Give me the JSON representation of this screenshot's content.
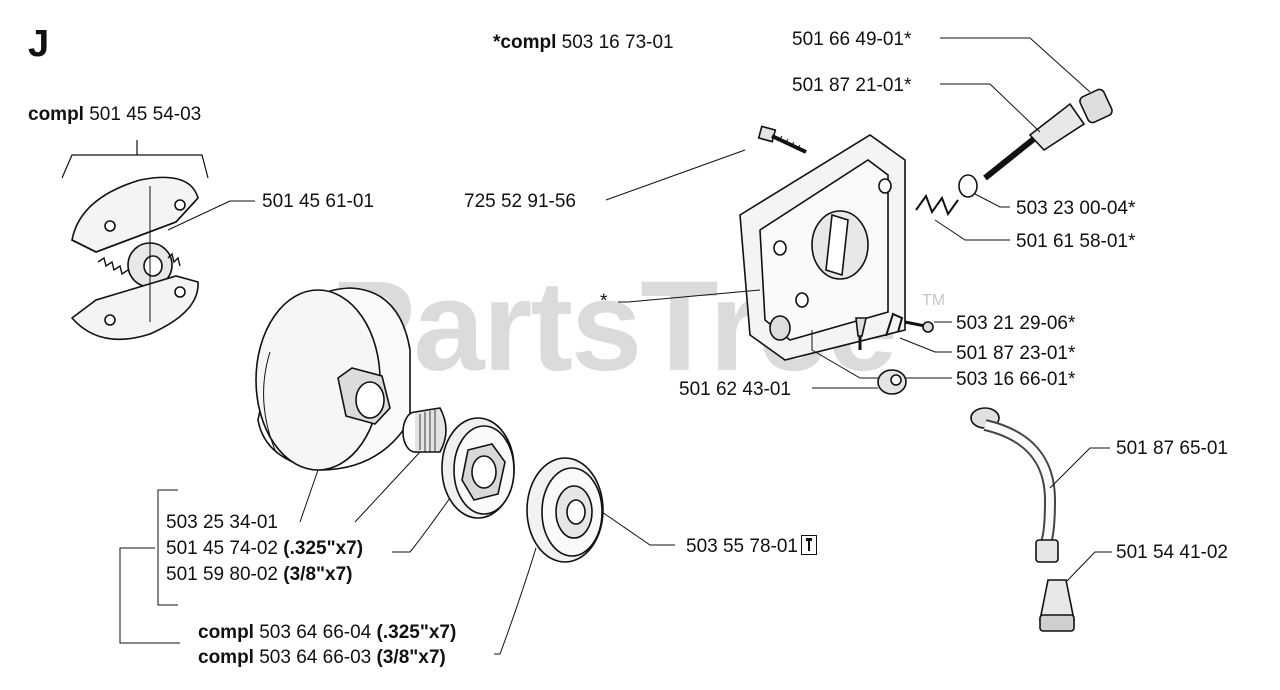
{
  "section": "J",
  "watermark": "PartsTree",
  "trademark": "TM",
  "labels": {
    "compl_top_prefix": "*compl",
    "compl_top_num": "503 16 73-01",
    "clutch_compl_prefix": "compl",
    "clutch_compl_num": "501 45 54-03",
    "clutch_spring": "501 45 61-01",
    "bolt": "725 52 91-56",
    "star": "*",
    "pump_cap": "501 66 49-01*",
    "pump_piston": "501 87 21-01*",
    "washer": "503 23 00-04*",
    "pump_spring": "501 61 58-01*",
    "screw_small": "503 21 29-06*",
    "clip": "501 87 23-01*",
    "adjust_screw": "503 16 66-01*",
    "bushing": "501 62 43-01",
    "oil_hose": "501 87 65-01",
    "oil_filter": "501 54 41-02",
    "rim": "503 55 78-01",
    "bearing": "503 25 34-01",
    "sprocket_a_num": "501 45 74-02",
    "sprocket_a_spec": "(.325\"x7)",
    "sprocket_b_num": "501 59 80-02",
    "sprocket_b_spec": "(3/8\"x7)",
    "drum_a_prefix": "compl",
    "drum_a_num": "503 64 66-04",
    "drum_a_spec": "(.325\"x7)",
    "drum_b_prefix": "compl",
    "drum_b_num": "503 64 66-03",
    "drum_b_spec": "(3/8\"x7)"
  },
  "icons": {
    "rim_tool": "tool-icon"
  }
}
